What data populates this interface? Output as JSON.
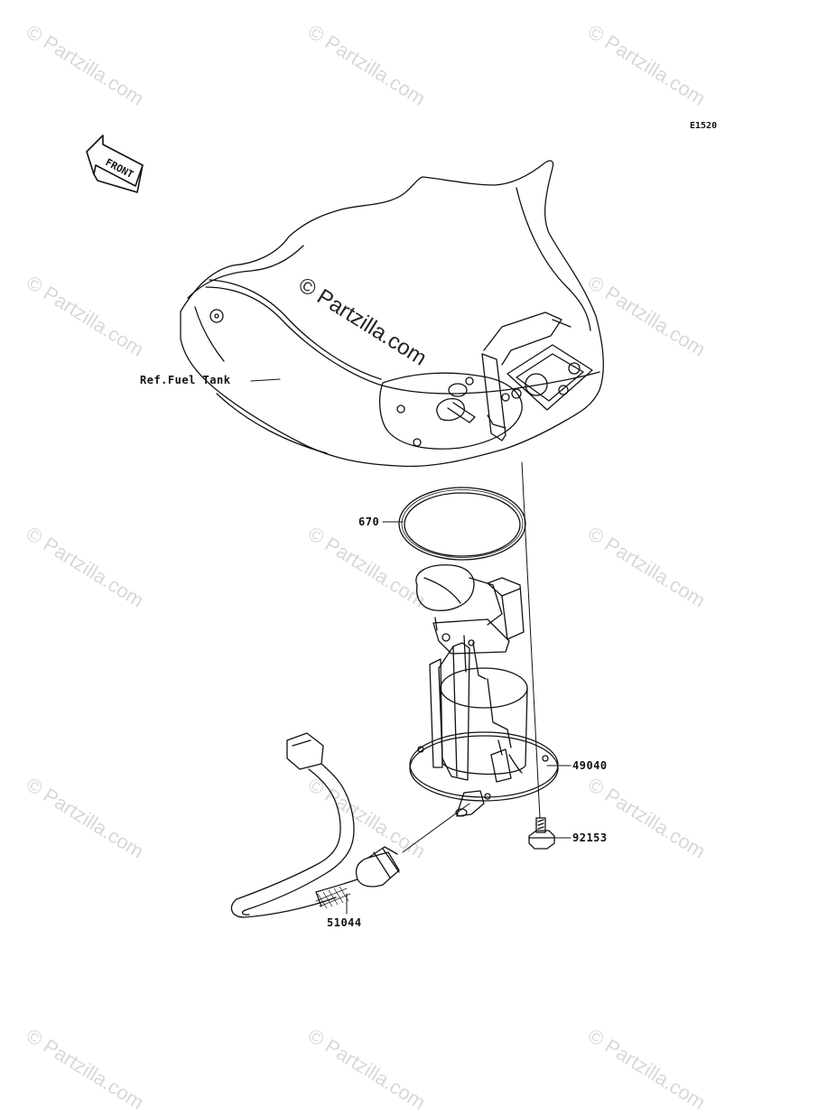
{
  "diagram_code": "E1520",
  "front_label": "FRONT",
  "watermark_text": "© Partzilla.com",
  "callouts": {
    "fuel_tank": "Ref.Fuel Tank",
    "gasket": "670",
    "fuel_pump": "49040",
    "bolt": "92153",
    "hose": "51044"
  },
  "colors": {
    "line": "#111111",
    "watermark": "#d8d8d8"
  }
}
